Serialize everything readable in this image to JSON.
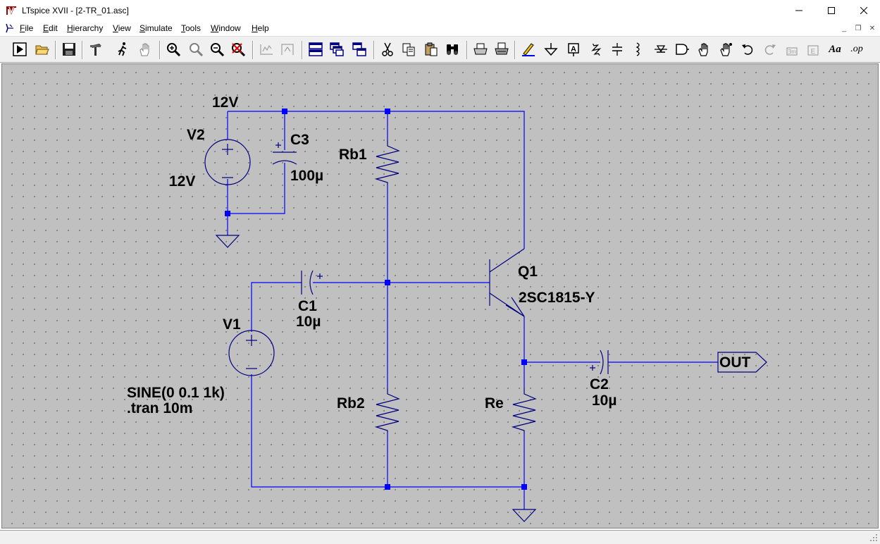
{
  "window": {
    "title": "LTspice XVII - [2-TR_01.asc]"
  },
  "menu": [
    {
      "id": "file",
      "pre": "",
      "ul": "F",
      "post": "ile"
    },
    {
      "id": "edit",
      "pre": "",
      "ul": "E",
      "post": "dit"
    },
    {
      "id": "hierarchy",
      "pre": "",
      "ul": "H",
      "post": "ierarchy"
    },
    {
      "id": "view",
      "pre": "",
      "ul": "V",
      "post": "iew"
    },
    {
      "id": "simulate",
      "pre": "",
      "ul": "S",
      "post": "imulate"
    },
    {
      "id": "tools",
      "pre": "",
      "ul": "T",
      "post": "ools"
    },
    {
      "id": "window",
      "pre": "",
      "ul": "W",
      "post": "indow"
    },
    {
      "id": "help",
      "pre": "",
      "ul": "H",
      "post": "elp"
    }
  ],
  "toolbar": {
    "icons": [
      "run-icon",
      "open-icon",
      "save-icon",
      "control-panel-icon",
      "pick-visible-traces-icon",
      "pan-icon",
      "zoom-in-icon",
      "zoom-fit-icon",
      "zoom-out-icon",
      "zoom-cancel-icon",
      "autorange-icon",
      "mark-units-icon",
      "tile-horizontally-icon",
      "cascade-icon",
      "tile-vertically-icon",
      "cut-icon",
      "copy-icon",
      "paste-icon",
      "find-icon",
      "print-icon",
      "print-setup-icon",
      "wire-icon",
      "ground-icon",
      "label-net-icon",
      "resistor-icon",
      "capacitor-icon",
      "inductor-icon",
      "diode-icon",
      "component-icon",
      "move-icon",
      "drag-icon",
      "undo-icon",
      "redo-icon",
      "rotate-icon",
      "mirror-icon",
      "text-icon",
      "spice-directive-icon"
    ],
    "text_aa": "Aa",
    "text_op": ".op"
  },
  "schematic": {
    "labels": {
      "v2_voltage_top": "12V",
      "v2_name": "V2",
      "v2_value": "12V",
      "c3_name": "C3",
      "c3_value": "100µ",
      "rb1_name": "Rb1",
      "q1_name": "Q1",
      "q1_model": "2SC1815-Y",
      "c1_name": "C1",
      "c1_value": "10µ",
      "v1_name": "V1",
      "v1_value": "SINE(0 0.1 1k)",
      "directive": ".tran 10m",
      "rb2_name": "Rb2",
      "re_name": "Re",
      "c2_name": "C2",
      "c2_value": "10µ",
      "out_label": "OUT"
    }
  },
  "colors": {
    "wire": "#0000ff",
    "component": "#000080",
    "junction": "#0000ff",
    "background": "#c0c0c0"
  }
}
